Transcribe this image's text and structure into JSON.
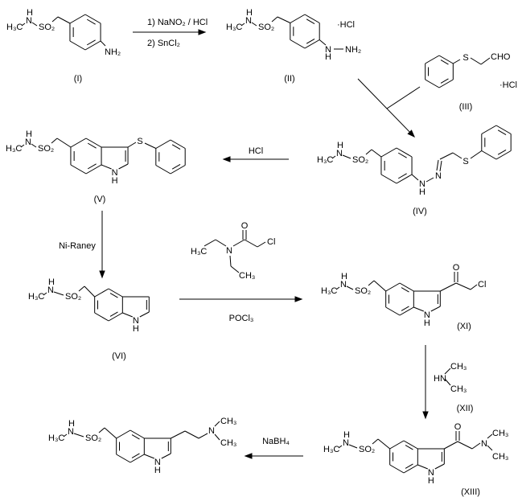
{
  "fragment": {
    "methyl": "H₃C",
    "nh_n": "N",
    "nh_h": "H",
    "sulfonyl": "SO₂"
  },
  "compounds": {
    "I": {
      "label": "(I)",
      "amine": "NH₂"
    },
    "II": {
      "label": "(II)",
      "hyd_n": "N",
      "hyd_h": "H",
      "terminal": "NH₂",
      "salt": "·HCl"
    },
    "III": {
      "label": "(III)",
      "s": "S",
      "cho": "CHO",
      "salt": "·HCl"
    },
    "IV": {
      "label": "(IV)",
      "nh_n": "N",
      "nh_h": "H",
      "imine_n": "N",
      "s": "S"
    },
    "V": {
      "label": "(V)",
      "s": "S",
      "indole_n": "N",
      "indole_h": "H"
    },
    "VI": {
      "label": "(VI)",
      "indole_n": "N",
      "indole_h": "H"
    },
    "XI": {
      "label": "(XI)",
      "o": "O",
      "cl": "Cl",
      "indole_n": "N",
      "indole_h": "H"
    },
    "XII": {
      "label": "(XII)",
      "hn": "HN",
      "me1": "CH₃",
      "me2": "CH₃"
    },
    "XIII": {
      "label": "(XIII)",
      "o": "O",
      "n": "N",
      "me1": "CH₃",
      "me2": "CH₃",
      "indole_n": "N",
      "indole_h": "H"
    },
    "product": {
      "n": "N",
      "me1": "CH₃",
      "me2": "CH₃",
      "indole_n": "N",
      "indole_h": "H"
    },
    "amide": {
      "methyl": "H₃C",
      "n": "N",
      "o": "O",
      "cl": "Cl",
      "ch3": "CH₃"
    }
  },
  "reactions": {
    "step1": [
      "1) NaNO₂ / HCl",
      "2) SnCl₂"
    ],
    "cyclization": "HCl",
    "desulfurization": "Ni-Raney",
    "acylation": "POCl₃",
    "reduction": "NaBH₄"
  }
}
